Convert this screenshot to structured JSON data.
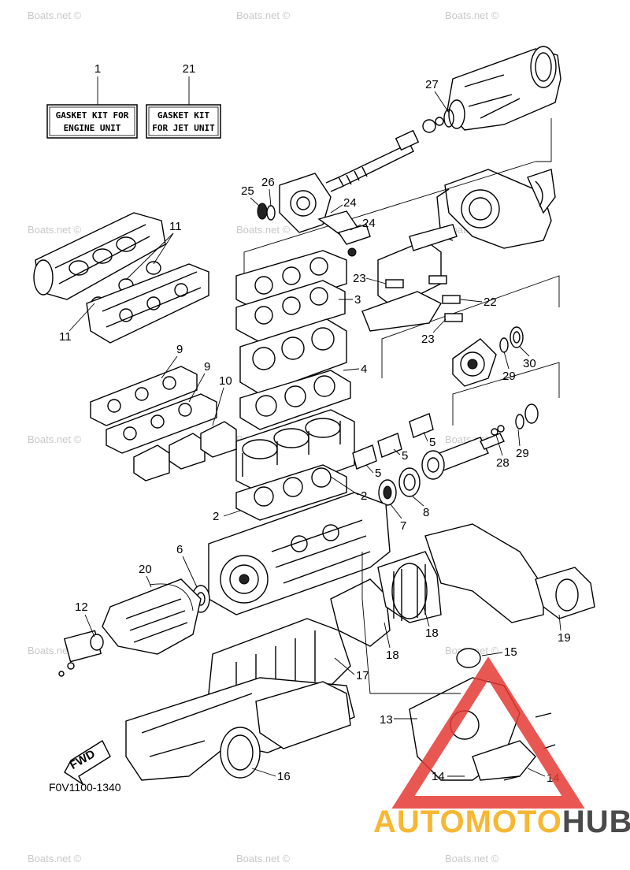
{
  "diagram": {
    "code": "F0V1100-1340",
    "kit_boxes": [
      {
        "number": "1",
        "line1": "GASKET KIT FOR",
        "line2": "ENGINE UNIT"
      },
      {
        "number": "21",
        "line1": "GASKET KIT",
        "line2": "FOR JET UNIT"
      }
    ],
    "callouts": [
      "27",
      "26",
      "25",
      "24",
      "24",
      "11",
      "11",
      "23",
      "3",
      "22",
      "23",
      "30",
      "29",
      "9",
      "9",
      "10",
      "4",
      "5",
      "5",
      "28",
      "29",
      "5",
      "2",
      "2",
      "8",
      "7",
      "6",
      "20",
      "12",
      "18",
      "18",
      "17",
      "19",
      "15",
      "13",
      "16",
      "14",
      "14"
    ],
    "direction_label": "FWD"
  },
  "watermark": {
    "text": "Boats.net ©"
  },
  "brand": {
    "part1": "AUTOMOTO",
    "part2": "HUB"
  },
  "colors": {
    "logo_triangle": "#e53935",
    "brand_yellow": "#f7b733",
    "brand_gray": "#4a4a4a",
    "watermark": "#c8c8c8"
  }
}
